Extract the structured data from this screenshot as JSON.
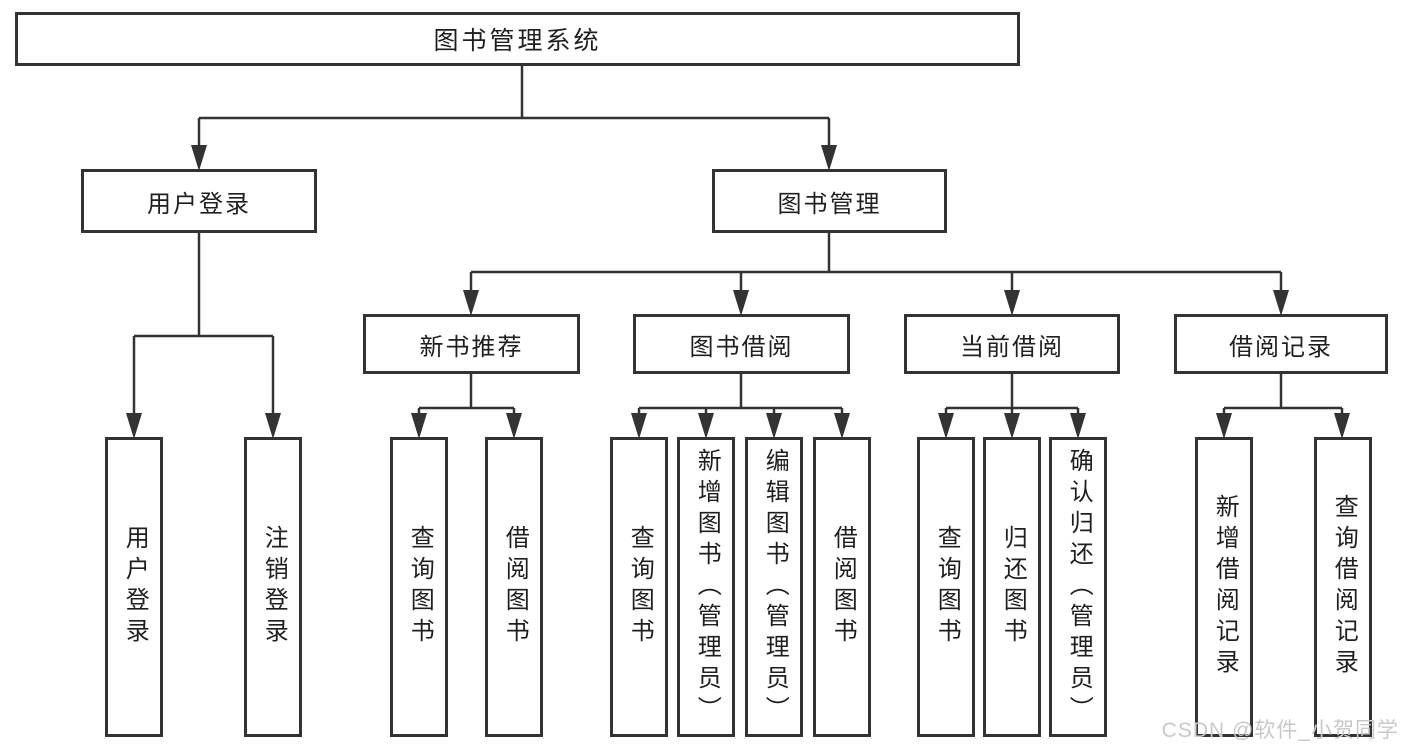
{
  "diagram": {
    "root": {
      "label": "图书管理系统",
      "children": [
        {
          "label": "用户登录",
          "children": [
            {
              "label": "用户登录"
            },
            {
              "label": "注销登录"
            }
          ]
        },
        {
          "label": "图书管理",
          "children": [
            {
              "label": "新书推荐",
              "children": [
                {
                  "label": "查询图书"
                },
                {
                  "label": "借阅图书"
                }
              ]
            },
            {
              "label": "图书借阅",
              "children": [
                {
                  "label": "查询图书"
                },
                {
                  "label": "新增图书（管理员）"
                },
                {
                  "label": "编辑图书（管理员）"
                },
                {
                  "label": "借阅图书"
                }
              ]
            },
            {
              "label": "当前借阅",
              "children": [
                {
                  "label": "查询图书"
                },
                {
                  "label": "归还图书"
                },
                {
                  "label": "确认归还（管理员）"
                }
              ]
            },
            {
              "label": "借阅记录",
              "children": [
                {
                  "label": "新增借阅记录"
                },
                {
                  "label": "查询借阅记录"
                }
              ]
            }
          ]
        }
      ]
    }
  },
  "watermark": {
    "text": "CSDN @软件_小贺同学"
  },
  "colors": {
    "line": "#333333",
    "text": "#1f1f1f",
    "background": "#ffffff",
    "watermark": "#c8c8c8"
  }
}
